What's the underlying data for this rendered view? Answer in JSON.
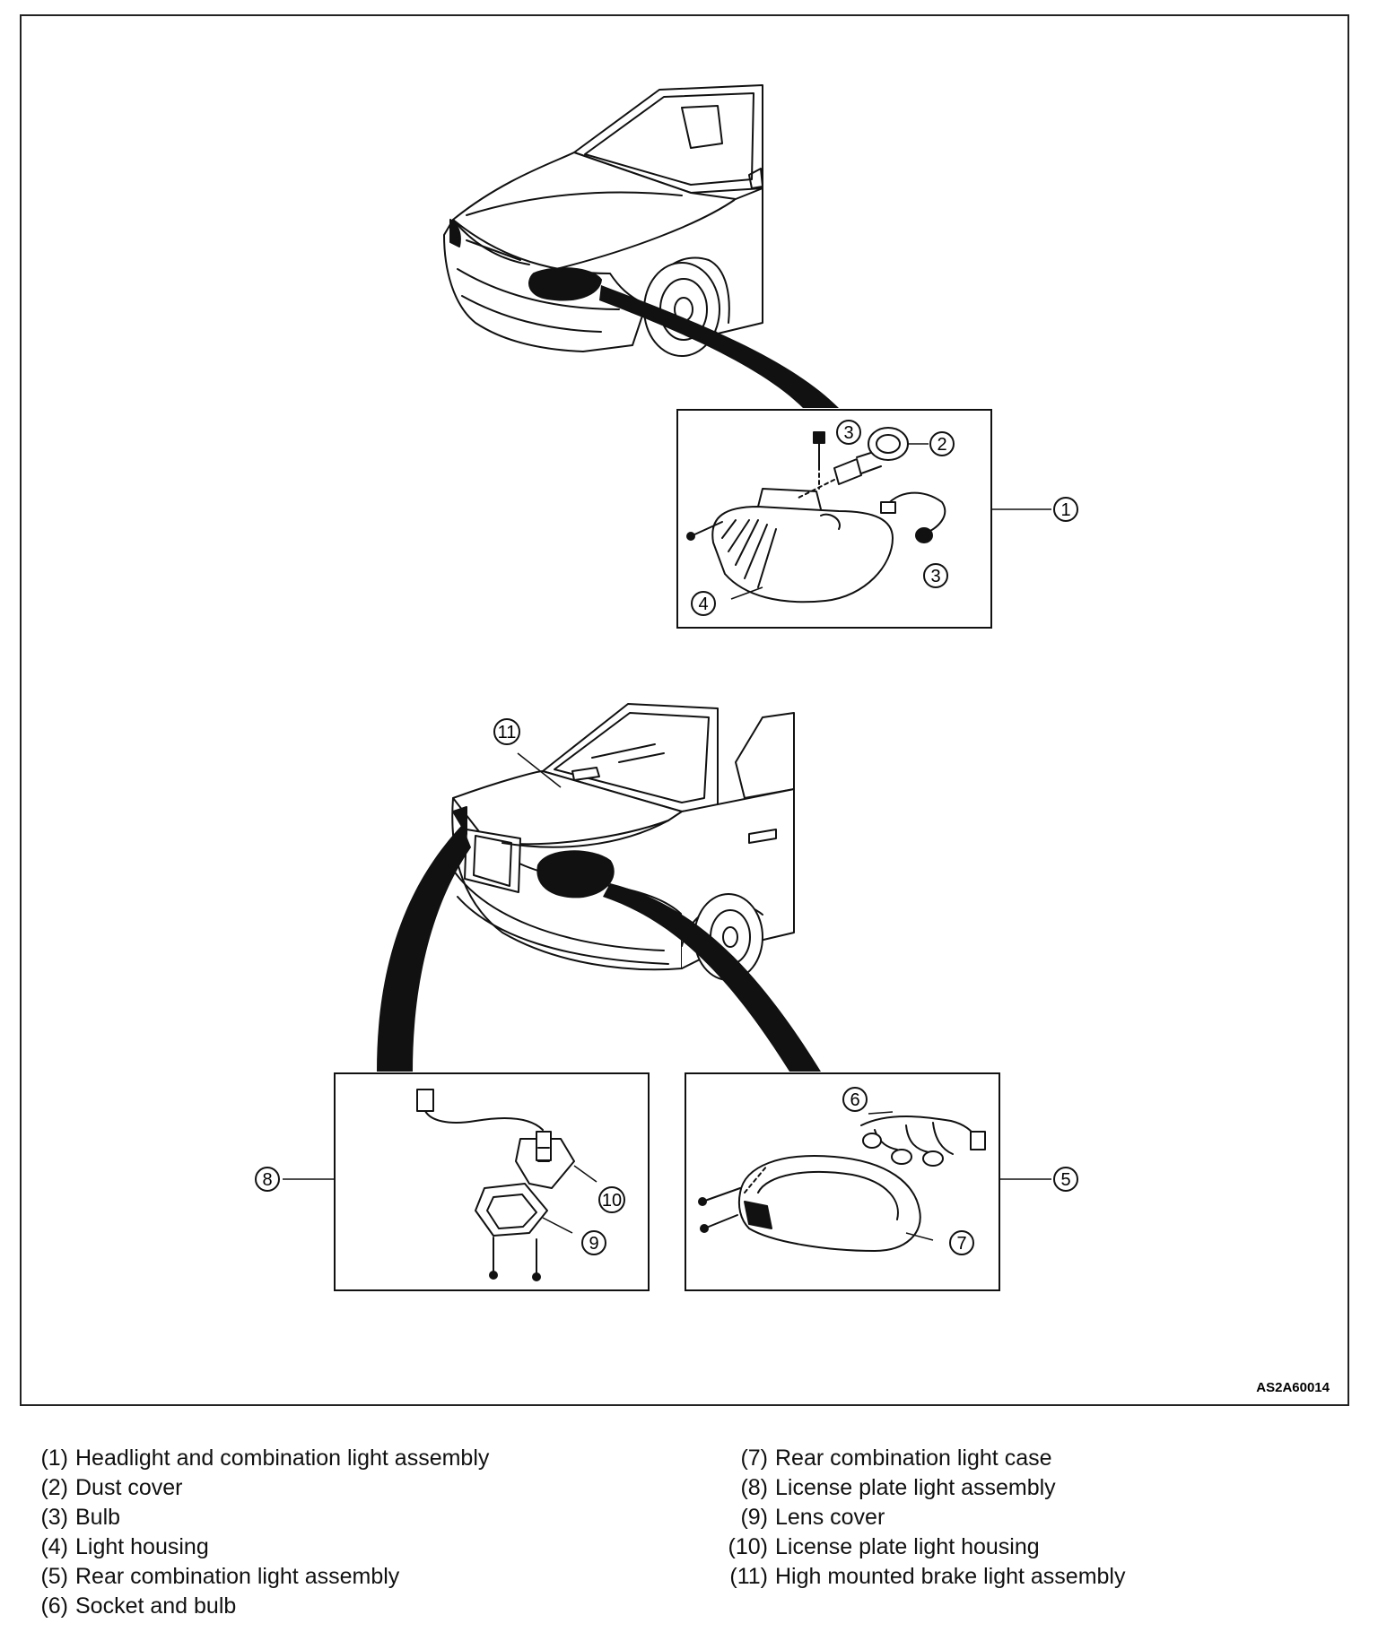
{
  "diagram": {
    "code": "AS2A60014",
    "callouts": {
      "c1": "1",
      "c2": "2",
      "c3a": "3",
      "c3b": "3",
      "c4": "4",
      "c5": "5",
      "c6": "6",
      "c7": "7",
      "c8": "8",
      "c9": "9",
      "c10": "10",
      "c11": "11"
    }
  },
  "legend": {
    "left": [
      {
        "num": "(1)",
        "label": "Headlight and combination light assembly"
      },
      {
        "num": "(2)",
        "label": "Dust cover"
      },
      {
        "num": "(3)",
        "label": "Bulb"
      },
      {
        "num": "(4)",
        "label": "Light housing"
      },
      {
        "num": "(5)",
        "label": "Rear combination light assembly"
      },
      {
        "num": "(6)",
        "label": "Socket and bulb"
      }
    ],
    "right": [
      {
        "num": "(7)",
        "label": "Rear combination light case"
      },
      {
        "num": "(8)",
        "label": "License plate light assembly"
      },
      {
        "num": "(9)",
        "label": "Lens cover"
      },
      {
        "num": "(10)",
        "label": "License plate light housing"
      },
      {
        "num": "(11)",
        "label": "High mounted brake light assembly"
      }
    ]
  }
}
